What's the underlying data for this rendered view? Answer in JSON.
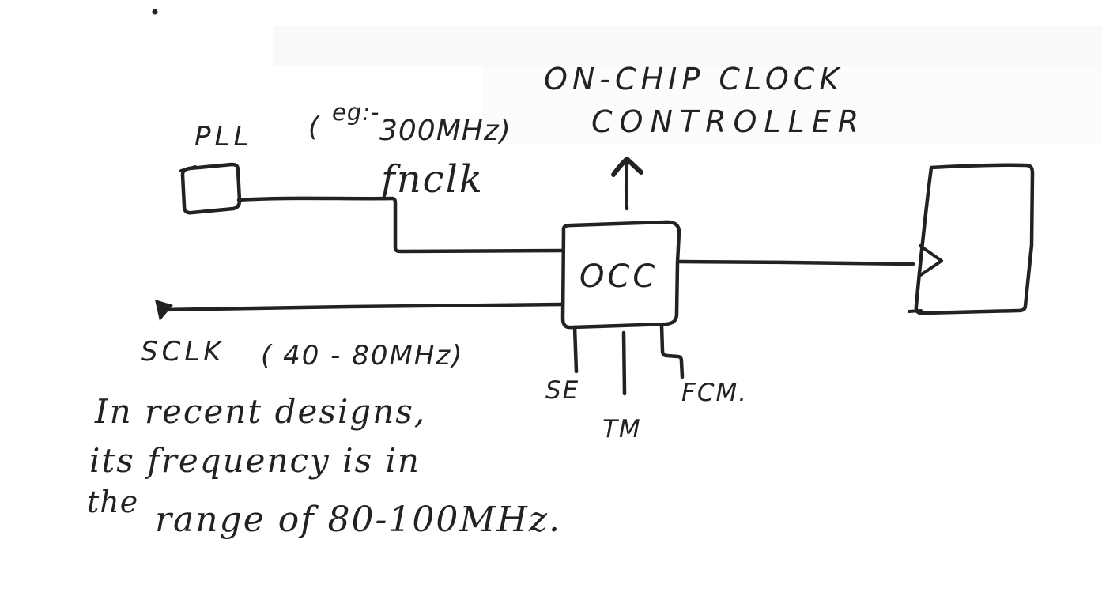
{
  "drawing": {
    "title_line1": "ON-CHIP CLOCK",
    "title_line2": "CONTROLLER",
    "pll_label": "PLL",
    "pll_freq_open": "(",
    "pll_freq_sup": "eg:-",
    "pll_freq_rest": "300MHz)",
    "fnclk_label": "fnclk",
    "sclk_label": "SCLK",
    "sclk_range": "( 40 - 80MHz)",
    "occ_label": "OCC",
    "pin_se": "SE",
    "pin_tm": "TM",
    "pin_fcm": "FCM.",
    "note_line1": "In recent designs,",
    "note_line2": "its frequency is in",
    "note_line3_word": "the",
    "note_line3_rest": "range of 80-100MHz."
  },
  "colors": {
    "ink": "#222222",
    "paper": "#ffffff",
    "shade": "#f9f9f9"
  }
}
